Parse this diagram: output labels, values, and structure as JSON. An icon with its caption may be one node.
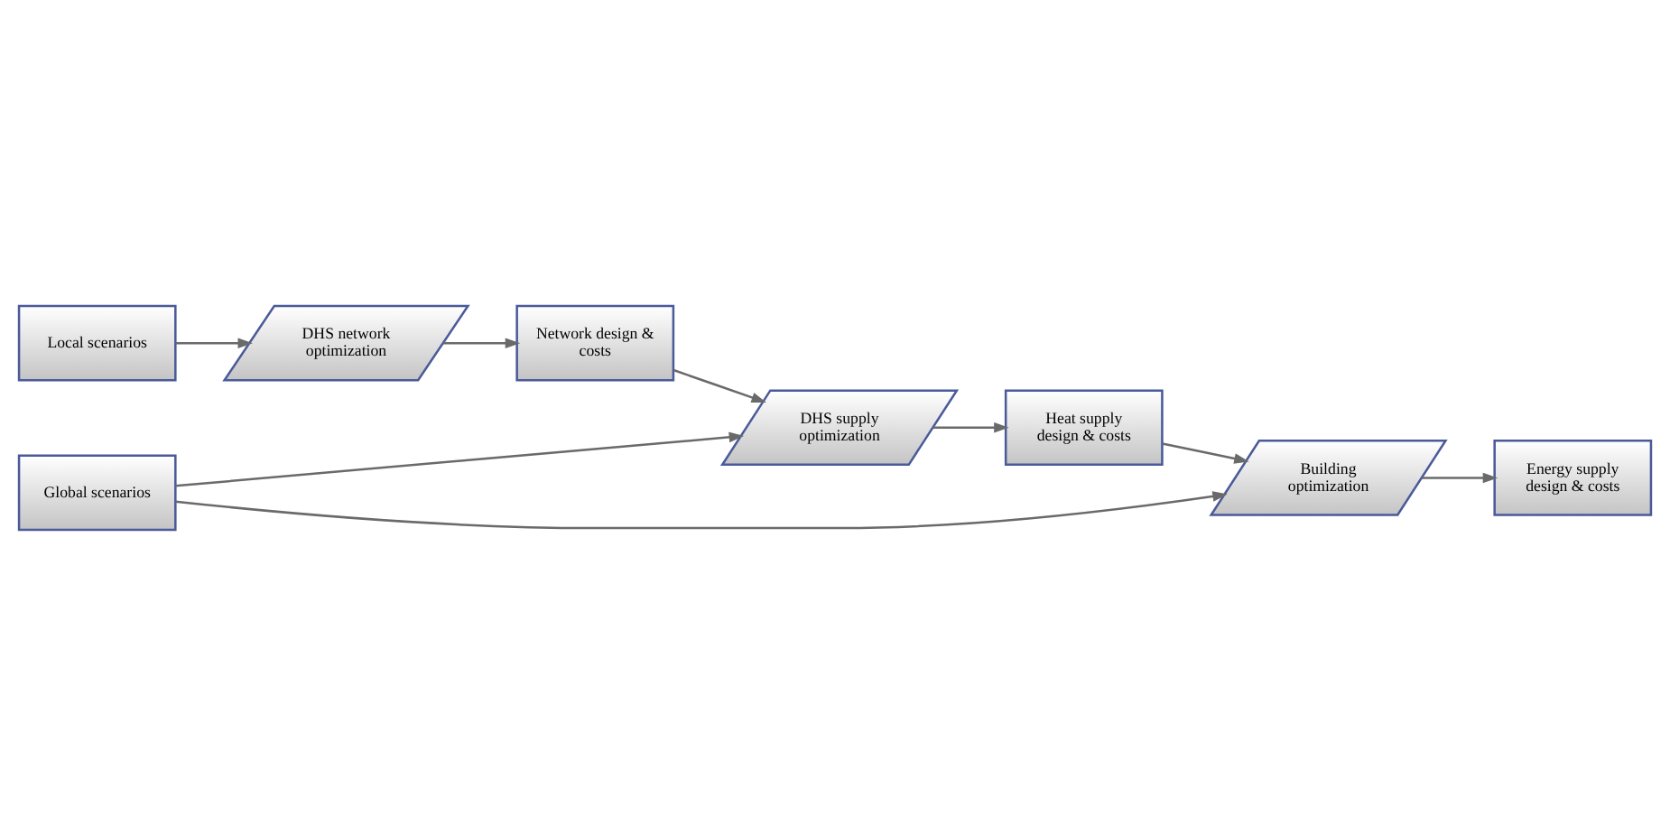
{
  "diagram": {
    "nodes": [
      {
        "text": [
          "Local scenarios"
        ]
      },
      {
        "text": [
          "DHS network optimization"
        ]
      },
      {
        "text": [
          "Network design & costs"
        ]
      },
      {
        "text": [
          "Global scenarios"
        ]
      },
      {
        "text": [
          "DHS supply optimization"
        ]
      },
      {
        "text": [
          "Heat supply design & costs"
        ]
      },
      {
        "text": [
          "Building optimization"
        ]
      },
      {
        "text": [
          "Energy supply design & costs"
        ]
      }
    ],
    "edges": [
      {
        "from": 0,
        "to": 1,
        "arrow": "to"
      },
      {
        "from": 1,
        "to": 2,
        "arrow": "to"
      },
      {
        "from": 2,
        "to": 4,
        "arrow": "to"
      },
      {
        "from": 3,
        "to": 4,
        "arrow": "to"
      },
      {
        "from": 4,
        "to": 5,
        "arrow": "to"
      },
      {
        "from": 5,
        "to": 6,
        "arrow": "to"
      },
      {
        "from": 3,
        "to": 6,
        "arrow": "to"
      },
      {
        "from": 6,
        "to": 7,
        "arrow": "to"
      }
    ]
  }
}
